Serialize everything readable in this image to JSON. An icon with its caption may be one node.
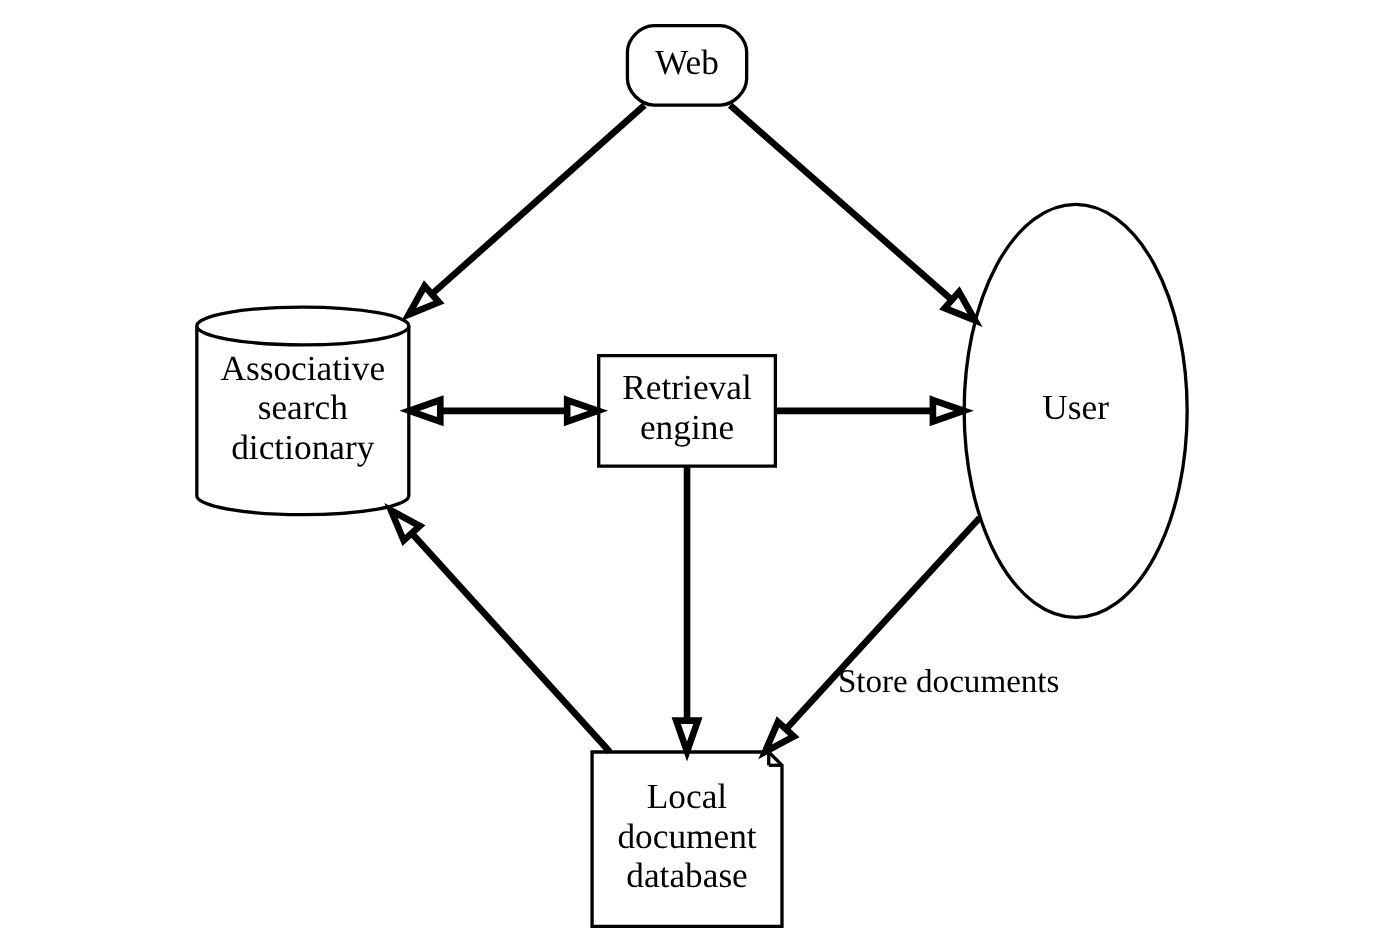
{
  "diagram": {
    "nodes": [
      {
        "text": [
          "Web"
        ]
      },
      {
        "text": [
          "Associative search dictionary"
        ]
      },
      {
        "text": [
          "Retrieval engine"
        ]
      },
      {
        "text": [
          "User"
        ]
      },
      {
        "text": [
          "Local document database"
        ]
      }
    ],
    "edges": [
      {
        "from": 0,
        "to": 3,
        "arrow": "to"
      },
      {
        "from": 0,
        "to": 1,
        "arrow": "to"
      },
      {
        "from": 1,
        "to": 2,
        "arrow": "both"
      },
      {
        "from": 2,
        "to": 3,
        "arrow": "to"
      },
      {
        "from": 2,
        "to": 4,
        "arrow": "to"
      },
      {
        "from": 4,
        "to": 1,
        "arrow": "to"
      },
      {
        "from": 3,
        "to": 4,
        "arrow": "to",
        "label": "Store documents"
      }
    ]
  }
}
